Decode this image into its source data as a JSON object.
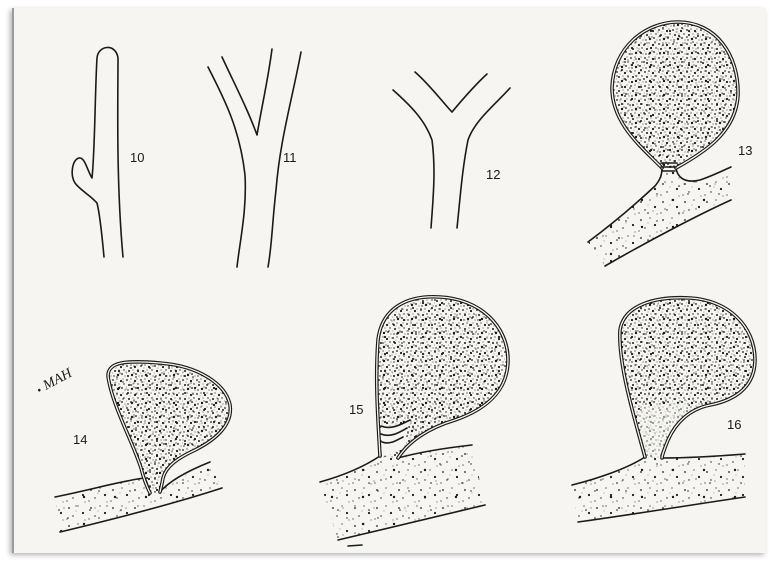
{
  "figure_labels": {
    "fig10": "10",
    "fig11": "11",
    "fig12": "12",
    "fig13": "13",
    "fig14": "14",
    "fig15": "15",
    "fig16": "16"
  },
  "signature": "MAH",
  "colors": {
    "ink": "#1a1a1a",
    "paper": "#f6f5f1"
  }
}
